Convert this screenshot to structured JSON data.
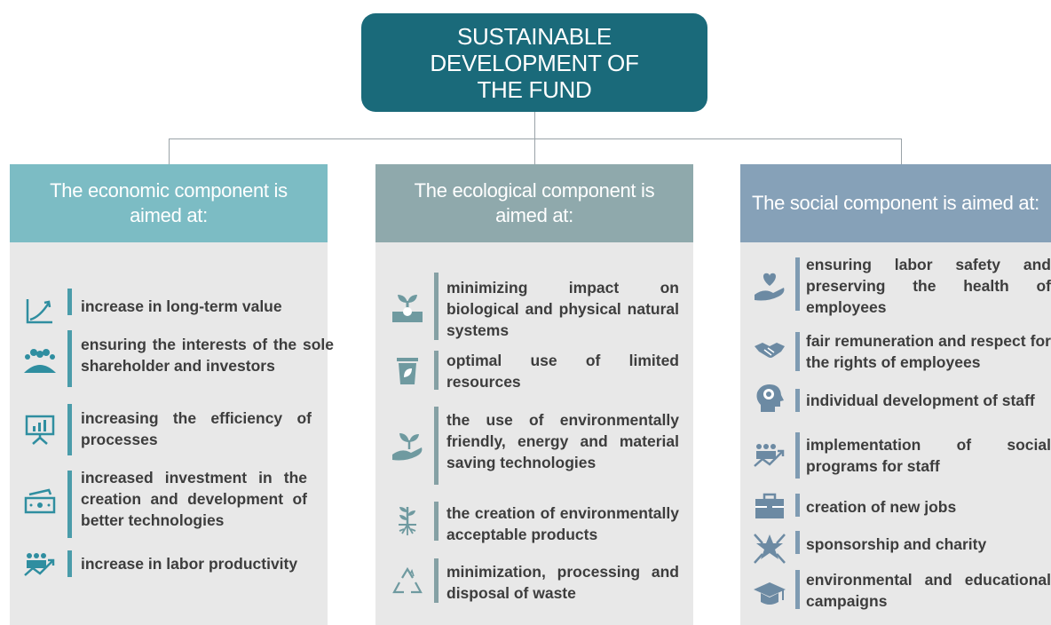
{
  "title": "SUSTAINABLE DEVELOPMENT OF THE FUND",
  "colors": {
    "title_bg": "#1a6a7a",
    "economic": "#7cbcc4",
    "ecological": "#8fa9ac",
    "social": "#86a1b8",
    "panel_bg": "#e8e8e8"
  },
  "economic": {
    "header": "The economic component is aimed at:",
    "items": [
      {
        "text": "increase in long-term value",
        "icon": "growth-chart-icon"
      },
      {
        "text": "ensuring the interests of the sole shareholder and investors",
        "icon": "group-icon"
      },
      {
        "text": "increasing the efficiency of processes",
        "icon": "presentation-board-icon"
      },
      {
        "text": "increased investment in the creation and development of better technologies",
        "icon": "money-icon"
      },
      {
        "text": "increase in labor productivity",
        "icon": "people-trend-icon"
      }
    ]
  },
  "ecological": {
    "header": "The ecological component is aimed at:",
    "items": [
      {
        "text": "minimizing impact on biological and physical natural systems",
        "icon": "sprout-hand-icon"
      },
      {
        "text": "optimal use of limited resources",
        "icon": "recycle-bin-icon"
      },
      {
        "text": "the use of environmentally friendly, energy and material saving technologies",
        "icon": "plant-hand-icon"
      },
      {
        "text": "the creation of environmentally acceptable products",
        "icon": "plant-roots-icon"
      },
      {
        "text": "minimization, processing and disposal of waste",
        "icon": "recycle-icon"
      }
    ]
  },
  "social": {
    "header": "The social component is aimed at:",
    "items": [
      {
        "text": "ensuring labor safety and preserving the health of employees",
        "icon": "heart-hand-icon"
      },
      {
        "text": "fair remuneration and respect for the rights of employees",
        "icon": "handshake-icon"
      },
      {
        "text": "individual development of staff",
        "icon": "head-idea-icon"
      },
      {
        "text": "implementation of social programs for staff",
        "icon": "people-trend-icon"
      },
      {
        "text": "creation of new jobs",
        "icon": "briefcase-icon"
      },
      {
        "text": "sponsorship and charity",
        "icon": "hands-star-icon"
      },
      {
        "text": "environmental and educational campaigns",
        "icon": "graduation-cap-icon"
      }
    ]
  }
}
